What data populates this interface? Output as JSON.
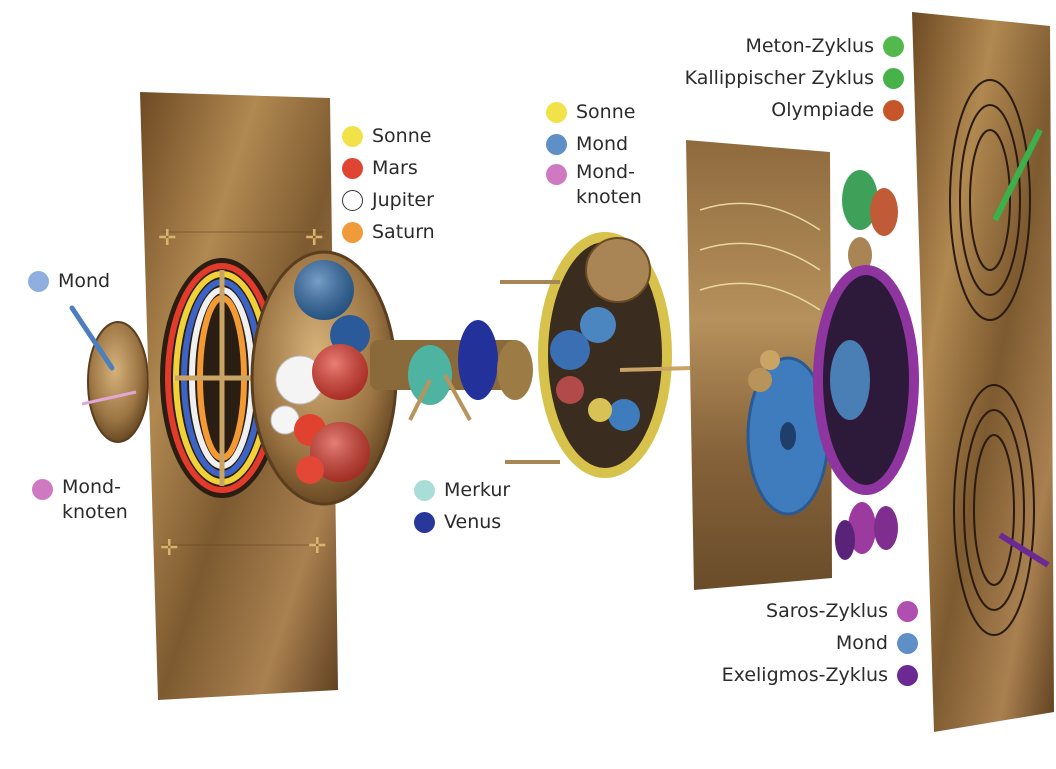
{
  "colors": {
    "sonne": "#f2e24a",
    "mars": "#e04533",
    "jupiter": "#ffffff",
    "saturn": "#f09a3a",
    "mond": "#5f8fc7",
    "mond_light": "#8fb0de",
    "mondknoten": "#cf79c2",
    "merkur": "#a9ddd7",
    "venus": "#27389a",
    "meton": "#54b94c",
    "kallippisch": "#47b24a",
    "olympiade": "#c6562a",
    "saros": "#b04fb0",
    "exeligmos": "#6b2a93",
    "bronze": "#8a6a3c"
  },
  "legend_left_top": [
    {
      "label": "Mond",
      "color_key": "mond_light",
      "icon": "circle-icon"
    }
  ],
  "legend_left_bottom": {
    "label_line1": "Mond-",
    "label_line2": "knoten",
    "color_key": "mondknoten",
    "icon": "circle-icon"
  },
  "legend_planets": [
    {
      "label": "Sonne",
      "color_key": "sonne",
      "icon": "circle-icon"
    },
    {
      "label": "Mars",
      "color_key": "mars",
      "icon": "circle-icon"
    },
    {
      "label": "Jupiter",
      "color_key": "jupiter",
      "icon": "circle-outline-icon",
      "hollow": true
    },
    {
      "label": "Saturn",
      "color_key": "saturn",
      "icon": "circle-icon"
    }
  ],
  "legend_middle": {
    "items": [
      {
        "label": "Sonne",
        "color_key": "sonne",
        "icon": "circle-icon"
      },
      {
        "label": "Mond",
        "color_key": "mond",
        "icon": "circle-icon"
      }
    ],
    "knoten": {
      "label_line1": "Mond-",
      "label_line2": "knoten",
      "color_key": "mondknoten",
      "icon": "circle-icon"
    }
  },
  "legend_inner": [
    {
      "label": "Merkur",
      "color_key": "merkur",
      "icon": "circle-icon"
    },
    {
      "label": "Venus",
      "color_key": "venus",
      "icon": "circle-icon"
    }
  ],
  "legend_cycles_top": [
    {
      "label": "Meton-Zyklus",
      "color_key": "meton",
      "icon": "circle-icon"
    },
    {
      "label": "Kallippischer Zyklus",
      "color_key": "kallippisch",
      "icon": "circle-icon"
    },
    {
      "label": "Olympiade",
      "color_key": "olympiade",
      "icon": "circle-icon"
    }
  ],
  "legend_cycles_bottom": [
    {
      "label": "Saros-Zyklus",
      "color_key": "saros",
      "icon": "circle-icon"
    },
    {
      "label": "Mond",
      "color_key": "mond",
      "icon": "circle-icon"
    },
    {
      "label": "Exeligmos-Zyklus",
      "color_key": "exeligmos",
      "icon": "circle-icon"
    }
  ]
}
